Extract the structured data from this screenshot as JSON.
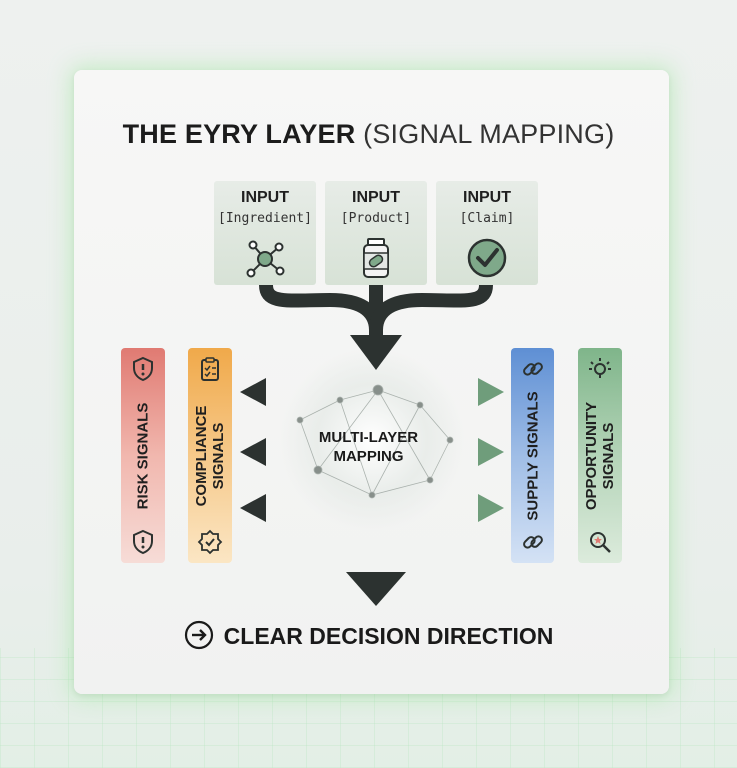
{
  "title": {
    "bold": "THE EYRY LAYER",
    "light": "(SIGNAL MAPPING)"
  },
  "inputs": [
    {
      "label": "INPUT",
      "sub": "[Ingredient]",
      "icon": "molecule-icon"
    },
    {
      "label": "INPUT",
      "sub": "[Product]",
      "icon": "pill-bottle-icon"
    },
    {
      "label": "INPUT",
      "sub": "[Claim]",
      "icon": "check-circle-icon"
    }
  ],
  "center": {
    "line1": "MULTI-LAYER",
    "line2": "MAPPING"
  },
  "signals": {
    "risk": {
      "line1": "RISK SIGNALS",
      "color_top": "#e07a72",
      "color_bottom": "#f6dcd7"
    },
    "compliance": {
      "line1": "COMPLIANCE",
      "line2": "SIGNALS",
      "color_top": "#f0a94a",
      "color_bottom": "#fbe6c4"
    },
    "supply": {
      "line1": "SUPPLY SIGNALS",
      "color_top": "#5e8fd4",
      "color_bottom": "#d4e2f5"
    },
    "opportunity": {
      "line1": "OPPORTUNITY",
      "line2": "SIGNALS",
      "color_top": "#7fb58a",
      "color_bottom": "#dcebdc"
    }
  },
  "output": {
    "label": "CLEAR DECISION DIRECTION",
    "icon": "arrow-right-circle-icon"
  },
  "colors": {
    "arrow_dark": "#2c3230",
    "arrow_green": "#7fa98a",
    "glow": "#9ee6a0"
  }
}
